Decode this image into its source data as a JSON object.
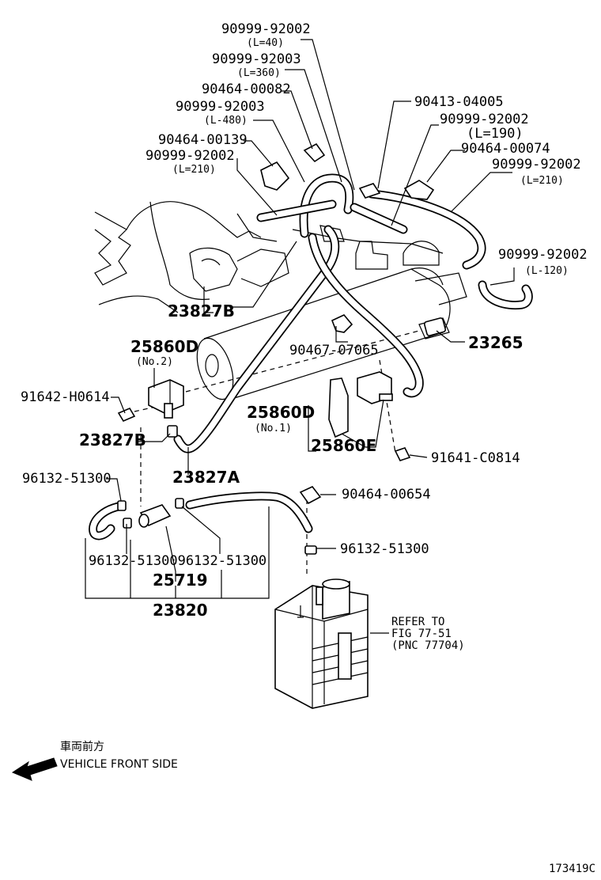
{
  "labels": {
    "p_92002_a": "90999-92002",
    "p_92002_a_len": "(L=40)",
    "p_92003_a": "90999-92003",
    "p_92003_a_len": "(L=360)",
    "p_00082": "90464-00082",
    "p_92003_b": "90999-92003",
    "p_92003_b_len": "(L-480)",
    "p_00139": "90464-00139",
    "p_92002_b": "90999-92002",
    "p_92002_b_len": "(L=210)",
    "p_04005": "90413-04005",
    "p_92002_c": "90999-92002",
    "p_92002_c_len": "(L=190)",
    "p_00074": "90464-00074",
    "p_92002_d": "90999-92002",
    "p_92002_d_len": "(L=210)",
    "p_92002_e": "90999-92002",
    "p_92002_e_len": "(L-120)",
    "p_23827B_top": "23827B",
    "p_90467": "90467-07065",
    "p_23265": "23265",
    "p_25860D_no2": "25860D",
    "p_25860D_no2_sub": "(No.2)",
    "p_91642": "91642-H0614",
    "p_23827B_mid": "23827B",
    "p_25860D_no1": "25860D",
    "p_25860D_no1_sub": "(No.1)",
    "p_25860E": "25860E",
    "p_91641": "91641-C0814",
    "p_23827A": "23827A",
    "p_96132_left": "96132-51300",
    "p_00654": "90464-00654",
    "p_96132_right": "96132-51300",
    "p_96132_pair": "96132-5130096132-51300",
    "p_25719": "25719",
    "p_23820": "23820",
    "refer_line1": "REFER TO",
    "refer_line2": "FIG 77-51",
    "refer_line3": "(PNC 77704)",
    "front_jp": "車両前方",
    "front_en": "VEHICLE FRONT SIDE",
    "figure_id": "173419C"
  },
  "icons": {
    "front_arrow": "arrow-left-icon"
  }
}
